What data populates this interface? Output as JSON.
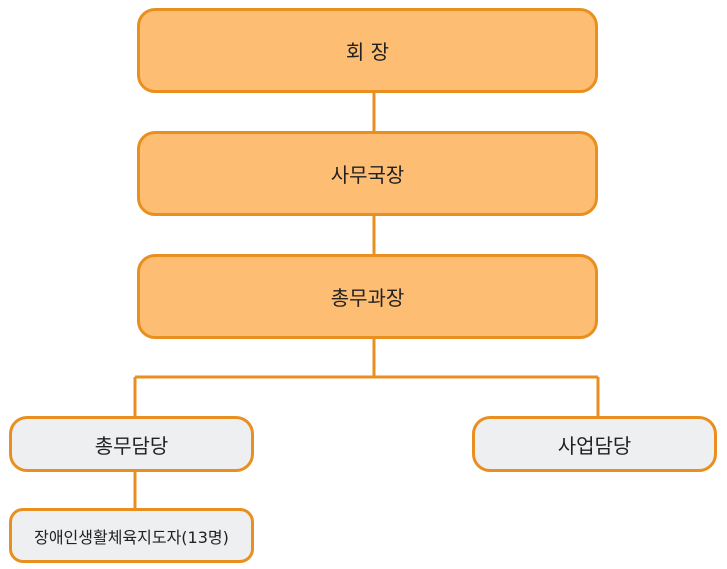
{
  "org_chart": {
    "president": "회 장",
    "secretary_general": "사무국장",
    "general_affairs_manager": "총무과장",
    "general_affairs_staff": "총무담당",
    "business_staff": "사업담당",
    "instructors": "장애인생활체육지도자(13명)"
  },
  "colors": {
    "main_fill": "#fdbd73",
    "border": "#e98f1f",
    "sub_fill": "#eeeff1"
  }
}
